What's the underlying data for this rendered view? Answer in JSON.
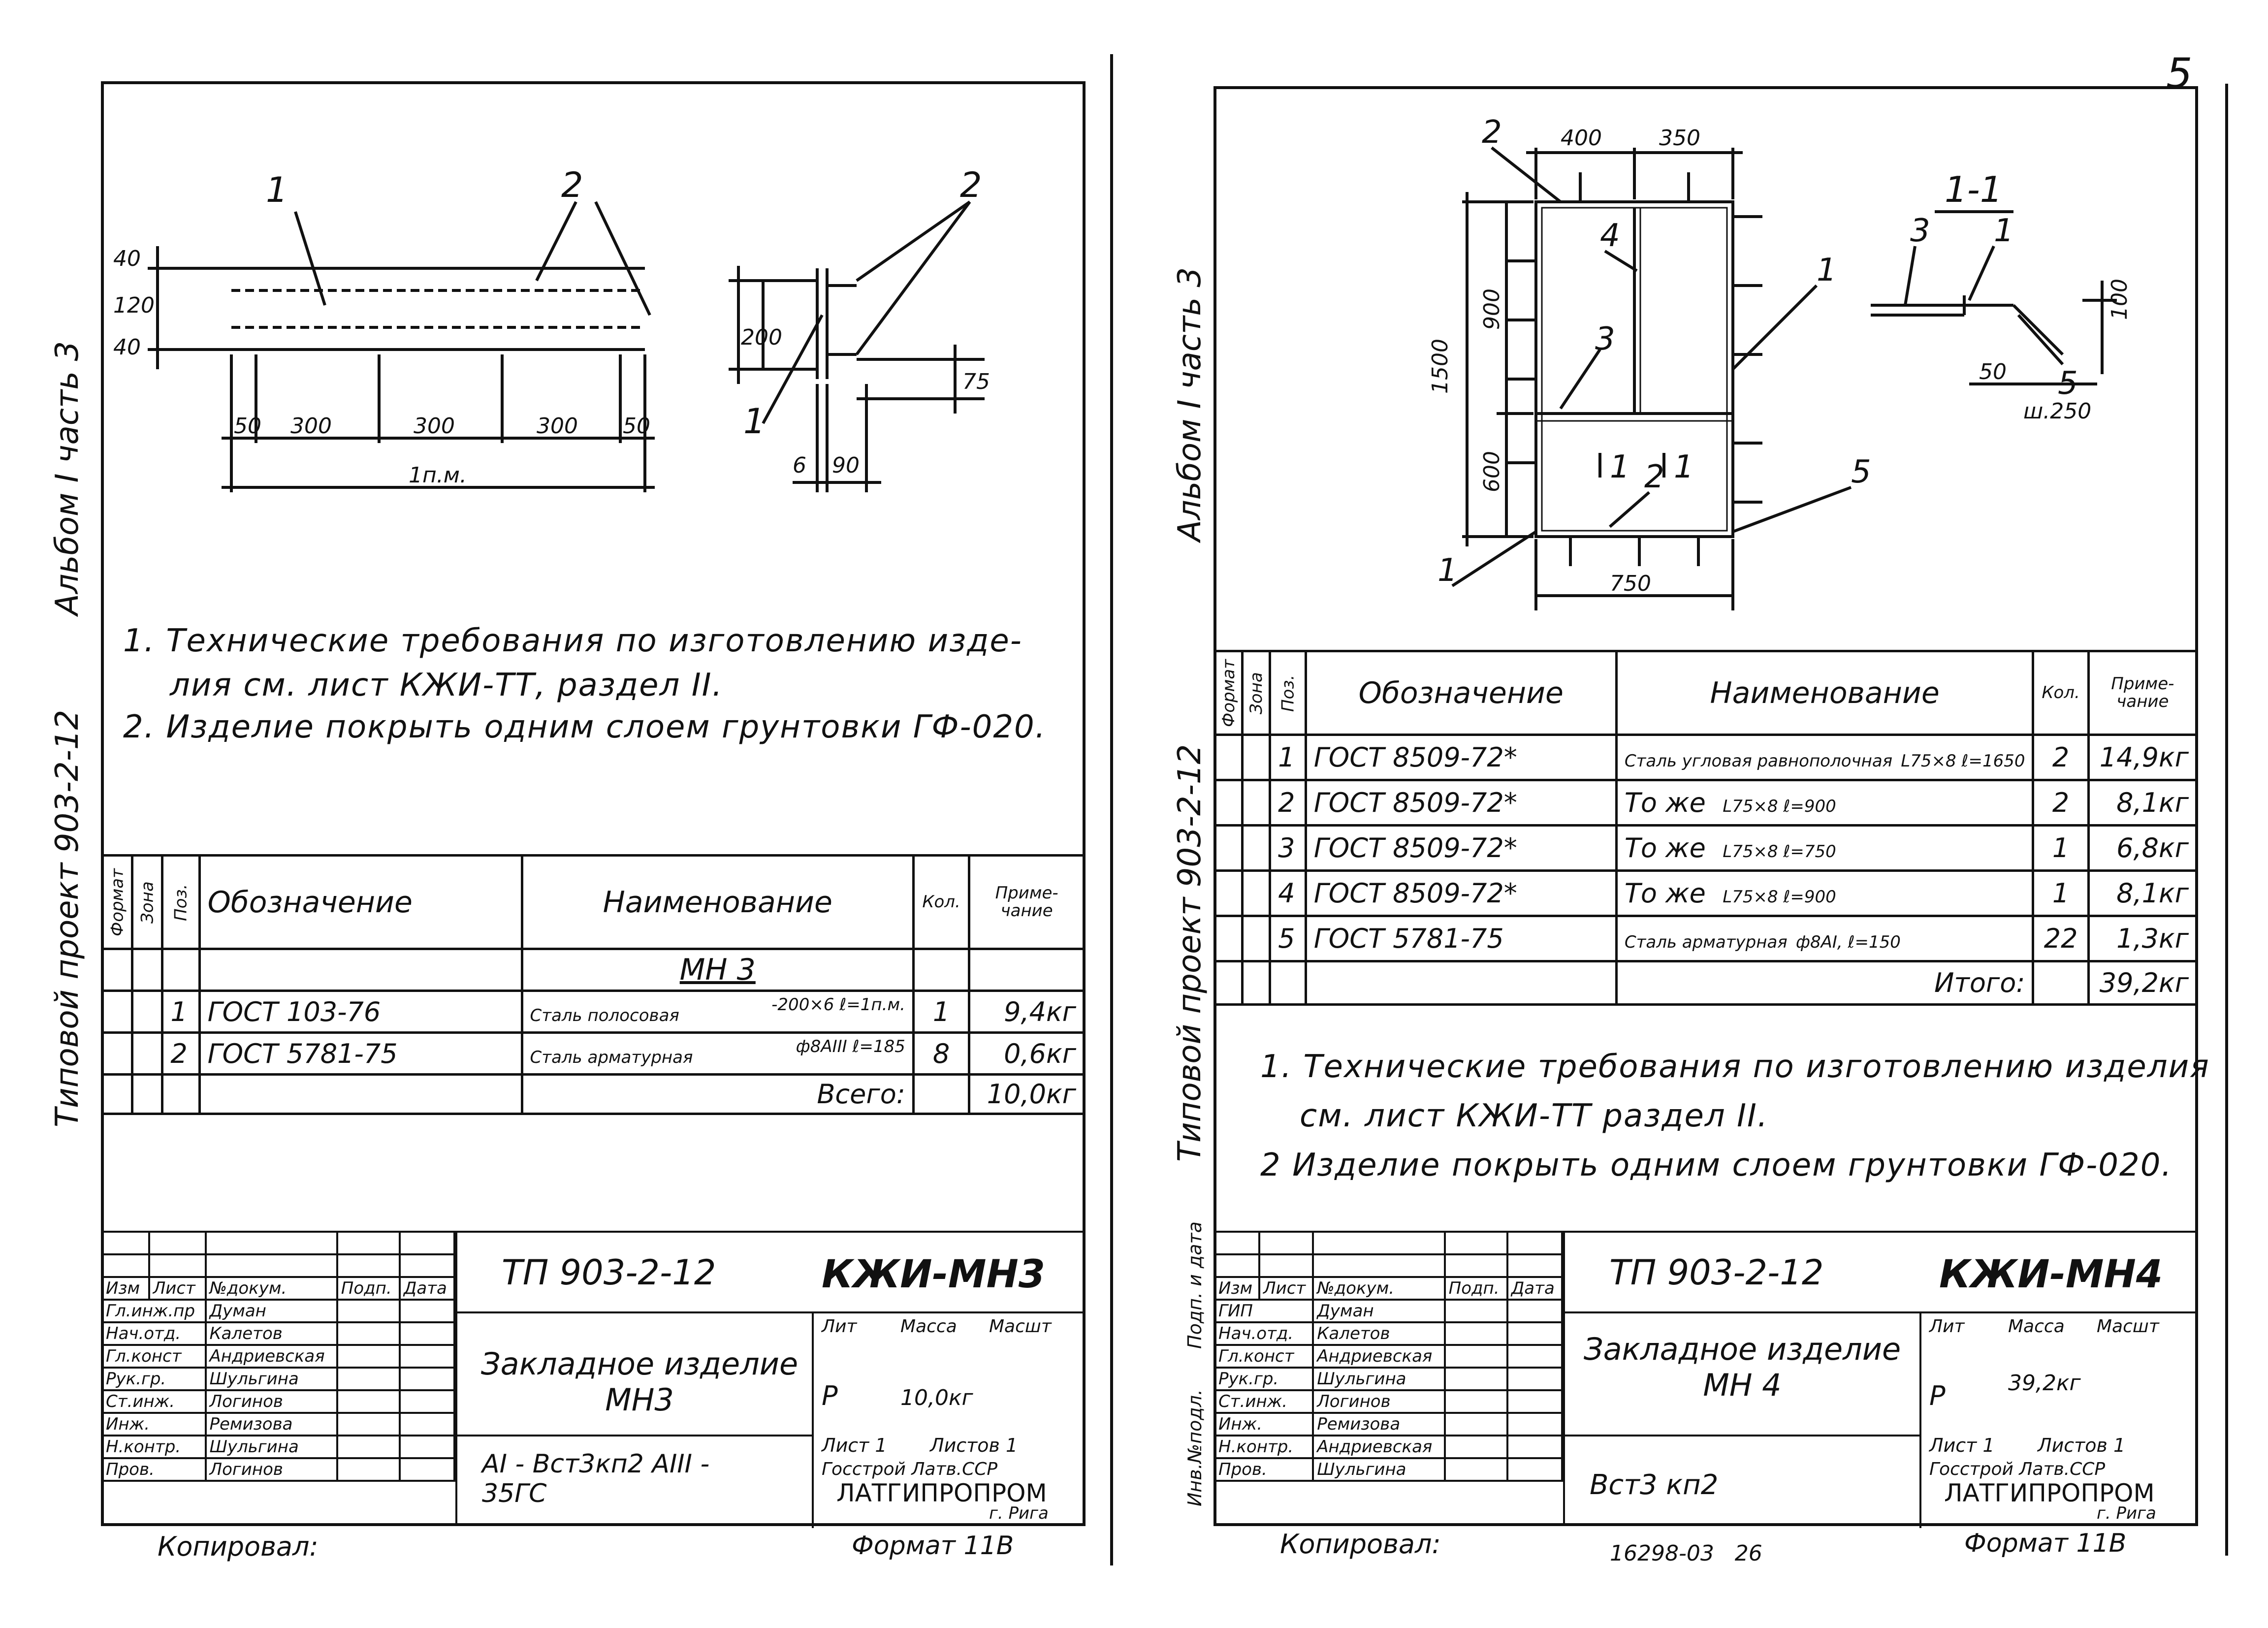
{
  "page_number": "5",
  "left_sheet": {
    "side_album": "Альбом I часть 3",
    "side_project": "Типовой проект 903-2-12",
    "drawing": {
      "pos1": "1",
      "pos2": "2",
      "dims_top": [
        "40",
        "120",
        "40"
      ],
      "dims_bottom": [
        "50",
        "300",
        "300",
        "300",
        "50"
      ],
      "length": "1п.м.",
      "section_pos": [
        "2",
        "1"
      ],
      "section_dims": [
        "200",
        "75",
        "6",
        "90"
      ]
    },
    "notes": [
      "1. Технические требования по изготовлению изде-",
      "лия см. лист КЖИ-ТТ, раздел II.",
      "2. Изделие покрыть одним слоем грунтовки ГФ-020."
    ],
    "table": {
      "headers": {
        "format": "Формат",
        "zone": "Зона",
        "pos": "Поз.",
        "designation": "Обозначение",
        "name": "Наименование",
        "qty": "Кол.",
        "note": "Приме-чание"
      },
      "group": "МН 3",
      "rows": [
        {
          "pos": "1",
          "designation": "ГОСТ 103-76",
          "name_a": "Сталь полосовая",
          "name_b": "-200×6  ℓ=1п.м.",
          "qty": "1",
          "note": "9,4кг"
        },
        {
          "pos": "2",
          "designation": "ГОСТ 5781-75",
          "name_a": "Сталь арматурная",
          "name_b": "ф8АIII  ℓ=185",
          "qty": "8",
          "note": "0,6кг"
        }
      ],
      "total_label": "Всего:",
      "total_value": "10,0кг"
    },
    "title_block": {
      "code": "ТП 903-2-12",
      "sheet_code": "КЖИ-МН3",
      "title": "Закладное изделие МН3",
      "material": "АI - Вст3кп2  АIII - 35ГС",
      "stage_label": "Лит",
      "mass_label": "Масса",
      "scale_label": "Масшт",
      "stage": "Р",
      "mass": "10,0кг",
      "sheet": "Лист 1",
      "sheets": "Листов 1",
      "org1": "Госстрой Латв.ССР",
      "org2": "ЛАТГИПРОПРОМ",
      "org3": "г. Рига",
      "col_headers": [
        "Изм",
        "Лист",
        "№докум.",
        "Подп.",
        "Дата"
      ],
      "people": [
        {
          "role": "Гл.инж.пр",
          "name": "Думан"
        },
        {
          "role": "Нач.отд.",
          "name": "Калетов"
        },
        {
          "role": "Гл.конст",
          "name": "Андриевская"
        },
        {
          "role": "Рук.гр.",
          "name": "Шульгина"
        },
        {
          "role": "Ст.инж.",
          "name": "Логинов"
        },
        {
          "role": "Инж.",
          "name": "Ремизова"
        },
        {
          "role": "Н.контр.",
          "name": "Шульгина"
        },
        {
          "role": "Пров.",
          "name": "Логинов"
        }
      ]
    },
    "copied": "Копировал:",
    "format": "Формат 11В"
  },
  "right_sheet": {
    "side_album": "Альбом I часть 3",
    "side_project": "Типовой проект 903-2-12",
    "side_stamps": [
      "Инв.№подл.",
      "Подп. и дата"
    ],
    "drawing": {
      "dims_top": [
        "400",
        "350"
      ],
      "dims_left": [
        "1500",
        "900",
        "600"
      ],
      "dim_bottom": "750",
      "positions": [
        "2",
        "4",
        "3",
        "1",
        "2",
        "5",
        "1"
      ],
      "section_mark": "1",
      "section_title": "1-1",
      "section_pos": [
        "3",
        "1",
        "5"
      ],
      "section_dims": [
        "50",
        "ш.250",
        "100"
      ]
    },
    "table": {
      "headers": {
        "format": "Формат",
        "zone": "Зона",
        "pos": "Поз.",
        "designation": "Обозначение",
        "name": "Наименование",
        "qty": "Кол.",
        "note": "Приме-чание"
      },
      "rows": [
        {
          "pos": "1",
          "designation": "ГОСТ 8509-72*",
          "name_a": "Сталь угловая равнополочная",
          "name_b": "L75×8 ℓ=1650",
          "qty": "2",
          "note": "14,9кг"
        },
        {
          "pos": "2",
          "designation": "ГОСТ 8509-72*",
          "name_a": "То же",
          "name_b": "L75×8 ℓ=900",
          "qty": "2",
          "note": "8,1кг"
        },
        {
          "pos": "3",
          "designation": "ГОСТ 8509-72*",
          "name_a": "То же",
          "name_b": "L75×8 ℓ=750",
          "qty": "1",
          "note": "6,8кг"
        },
        {
          "pos": "4",
          "designation": "ГОСТ 8509-72*",
          "name_a": "То же",
          "name_b": "L75×8 ℓ=900",
          "qty": "1",
          "note": "8,1кг"
        },
        {
          "pos": "5",
          "designation": "ГОСТ 5781-75",
          "name_a": "Сталь арматурная",
          "name_b": "ф8АI, ℓ=150",
          "qty": "22",
          "note": "1,3кг"
        }
      ],
      "total_label": "Итого:",
      "total_value": "39,2кг"
    },
    "notes": [
      "1. Технические требования по изготовлению изделия",
      "см. лист КЖИ-ТТ раздел II.",
      "2 Изделие покрыть одним слоем грунтовки ГФ-020."
    ],
    "title_block": {
      "code": "ТП 903-2-12",
      "sheet_code": "КЖИ-МН4",
      "title": "Закладное изделие МН 4",
      "material": "Вст3 кп2",
      "stage_label": "Лит",
      "mass_label": "Масса",
      "scale_label": "Масшт",
      "stage": "Р",
      "mass": "39,2кг",
      "sheet": "Лист 1",
      "sheets": "Листов 1",
      "org1": "Госстрой Латв.ССР",
      "org2": "ЛАТГИПРОПРОМ",
      "org3": "г. Рига",
      "col_headers": [
        "Изм",
        "Лист",
        "№докум.",
        "Подп.",
        "Дата"
      ],
      "people": [
        {
          "role": "ГИП",
          "name": "Думан"
        },
        {
          "role": "Нач.отд.",
          "name": "Калетов"
        },
        {
          "role": "Гл.конст",
          "name": "Андриевская"
        },
        {
          "role": "Рук.гр.",
          "name": "Шульгина"
        },
        {
          "role": "Ст.инж.",
          "name": "Логинов"
        },
        {
          "role": "Инж.",
          "name": "Ремизова"
        },
        {
          "role": "Н.контр.",
          "name": "Андриевская"
        },
        {
          "role": "Пров.",
          "name": "Шульгина"
        }
      ]
    },
    "copied": "Копировал:",
    "archive": "16298-03   26",
    "format": "Формат 11В"
  }
}
